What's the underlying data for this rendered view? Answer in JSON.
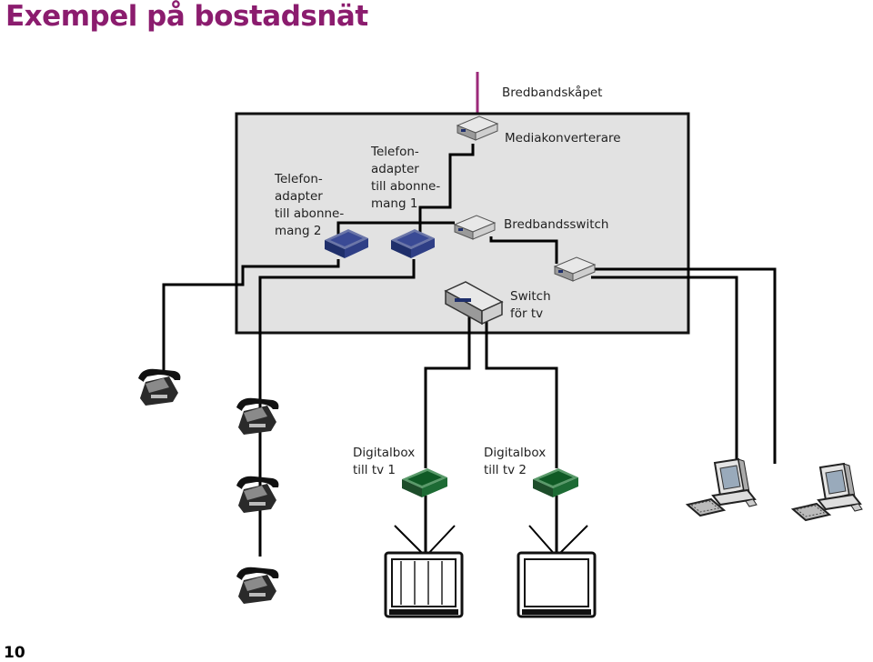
{
  "title": "Exempel på bostadsnät",
  "page_number": "10",
  "labels": {
    "cabinet": "Bredbandskåpet",
    "phone_adapter_2": [
      "Telefon-",
      "adapter",
      "till abonne-",
      "mang 2"
    ],
    "phone_adapter_1": [
      "Telefon-",
      "adapter",
      "till abonne-",
      "mang 1"
    ],
    "media_converters": "Mediakonverterare",
    "broadband_switch": "Bredbandsswitch",
    "tv_switch": [
      "Switch",
      "för tv"
    ],
    "digitalbox_1": [
      "Digitalbox",
      "till tv 1"
    ],
    "digitalbox_2": [
      "Digitalbox",
      "till tv 2"
    ]
  },
  "colors": {
    "title": "#8b1c6e",
    "incoming_cable": "#9c2a7a",
    "cabinet_fill": "#e2e2e2",
    "device_blue": "#1f2f6b",
    "digitalbox_green": "#1d6b34"
  }
}
